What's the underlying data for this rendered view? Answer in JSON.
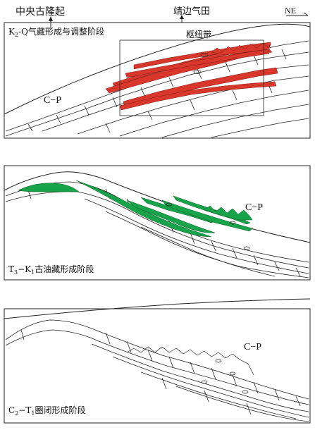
{
  "top": {
    "label_left": "中央古隆起",
    "label_right": "靖边气田",
    "direction": "NE",
    "stage_title_main": "K",
    "stage_title_sub": "2",
    "stage_title_rest": "-Q气藏形成与调整阶段",
    "box_label": "枢纽带",
    "formation": "C−P"
  },
  "middle": {
    "formation": "C−P",
    "stage_a": "T",
    "stage_a_sub": "3",
    "stage_b": "−K",
    "stage_b_sub": "1",
    "stage_rest": "古油藏形成阶段"
  },
  "bottom": {
    "formation": "C−P",
    "stage_a": "C",
    "stage_a_sub": "2",
    "stage_b": "−T",
    "stage_b_sub": "1",
    "stage_rest": "圈闭形成阶段"
  },
  "colors": {
    "gas": "#d9372b",
    "oil": "#17a34a",
    "line": "#222222"
  }
}
